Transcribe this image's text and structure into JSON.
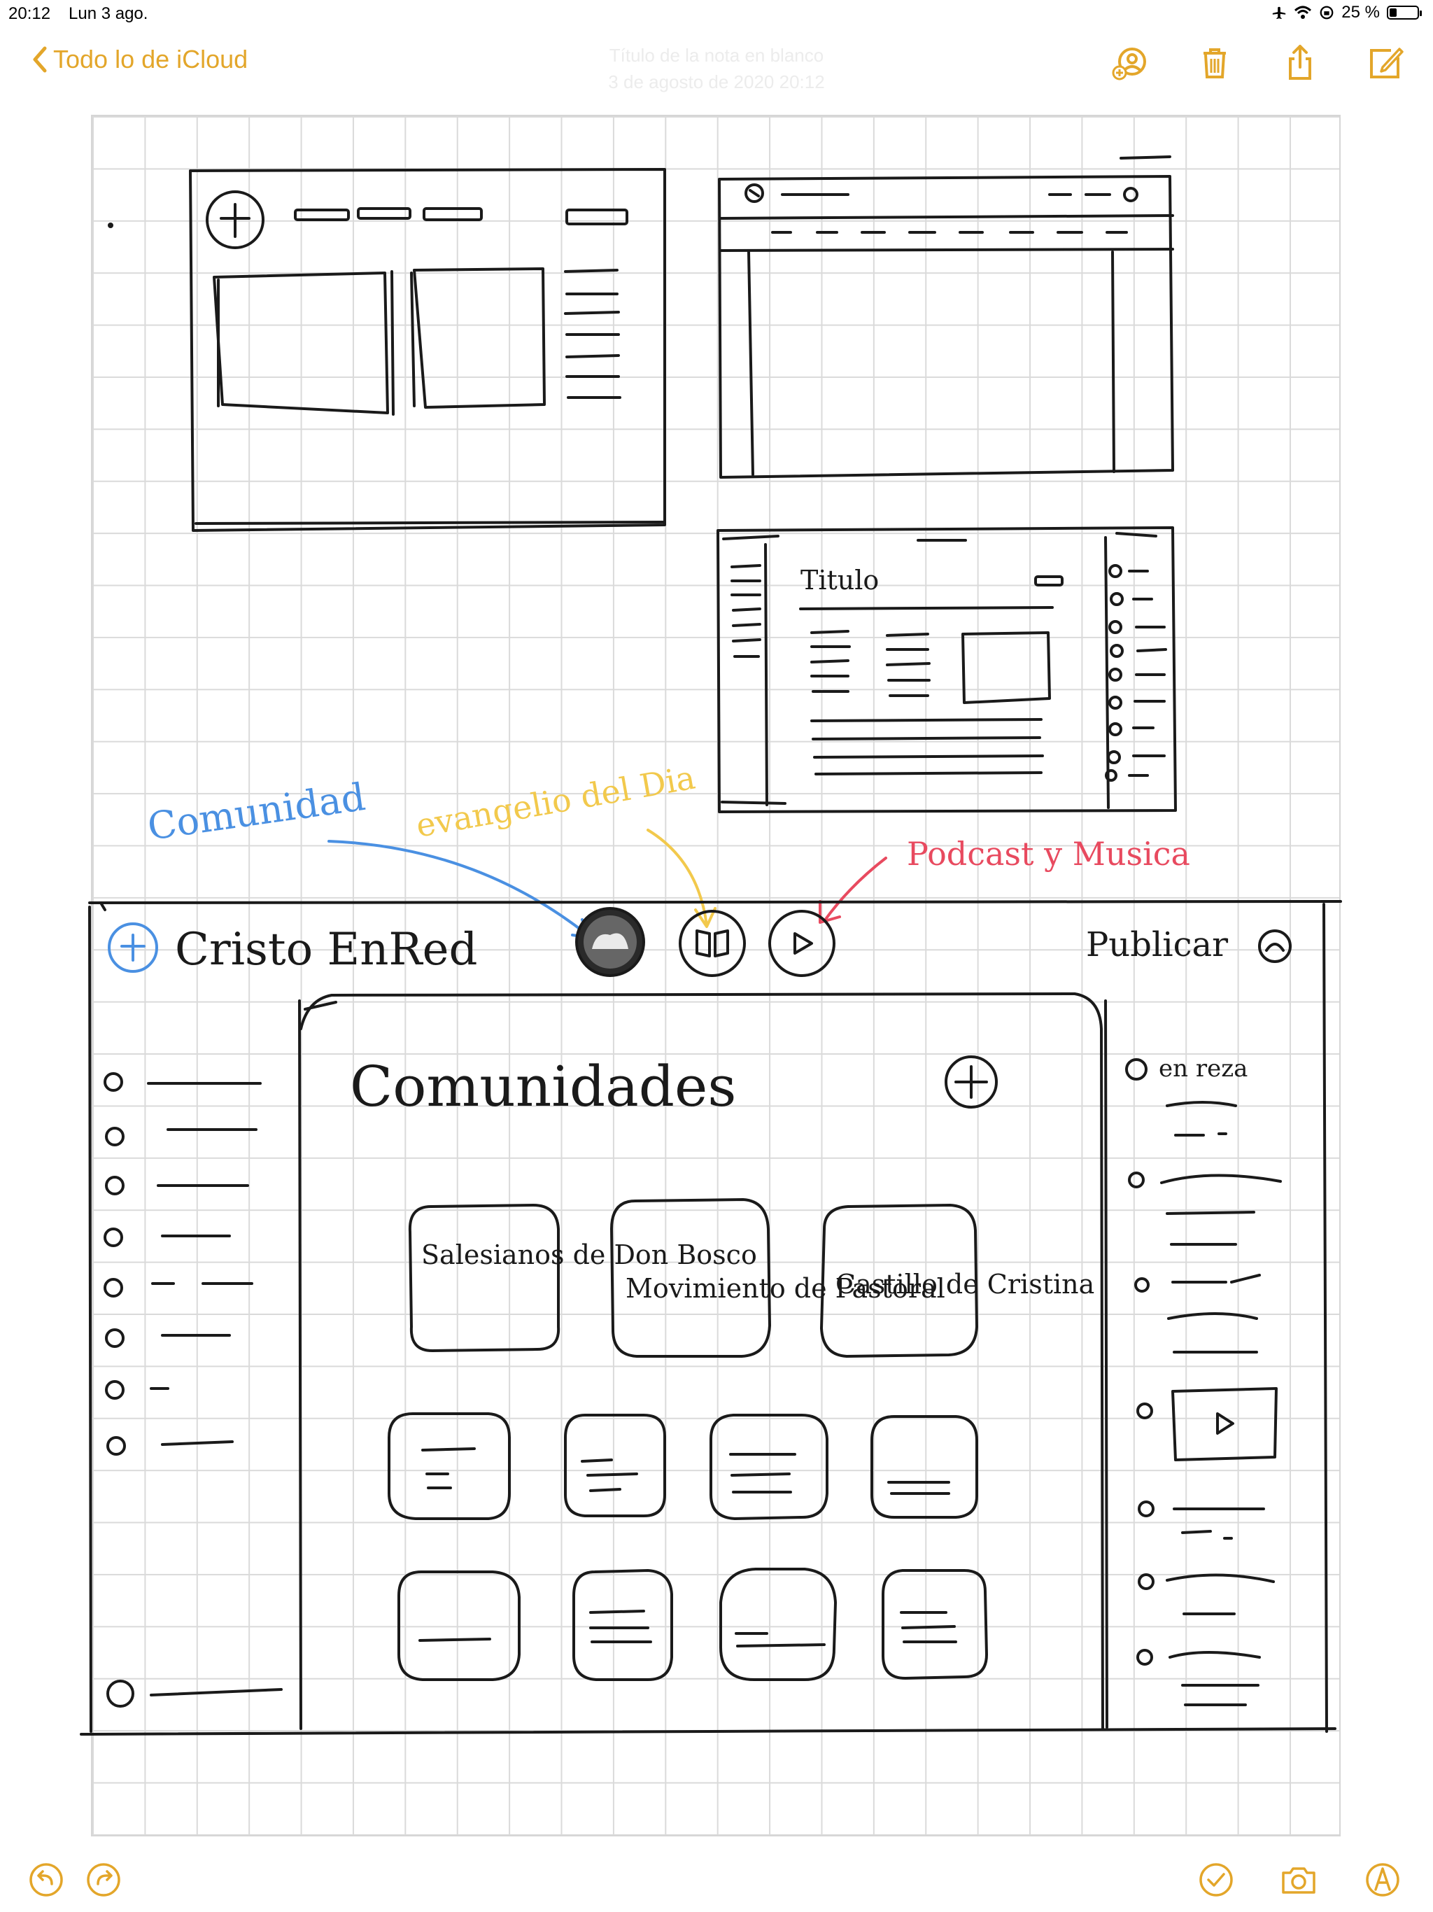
{
  "status_bar": {
    "time": "20:12",
    "date": "Lun 3 ago.",
    "battery": "25 %"
  },
  "nav": {
    "back_label": "Todo lo de iCloud",
    "title": "Título de la nota en blanco",
    "subtitle": "3 de agosto de 2020 20:12"
  },
  "sketch": {
    "mock3_title": "Titulo",
    "label_comunidad": "Comunidad",
    "label_evangelio": "evangelio del Dia",
    "label_podcast": "Podcast y Musica",
    "app_name": "Cristo EnRed",
    "publish_label": "Publicar",
    "section_title": "Comunidades",
    "cards": [
      "Salesianos de Don Bosco",
      "Movimiento de Pastoral",
      "Castillo de Cristina"
    ],
    "right_panel_first": "en reza"
  },
  "colors": {
    "accent": "#e3a62a",
    "ink": "#1a1a1a",
    "blue_ink": "#4a90e2",
    "yellow_ink": "#f2c94c",
    "red_ink": "#e84a5f",
    "grid": "#dadada"
  },
  "icons": {
    "back": "chevron-left-icon",
    "collaborate": "add-person-icon",
    "delete": "trash-icon",
    "share": "share-icon",
    "compose": "compose-icon",
    "undo": "undo-icon",
    "redo": "redo-icon",
    "done": "checkmark-icon",
    "camera": "camera-icon",
    "markup": "markup-pen-icon"
  }
}
